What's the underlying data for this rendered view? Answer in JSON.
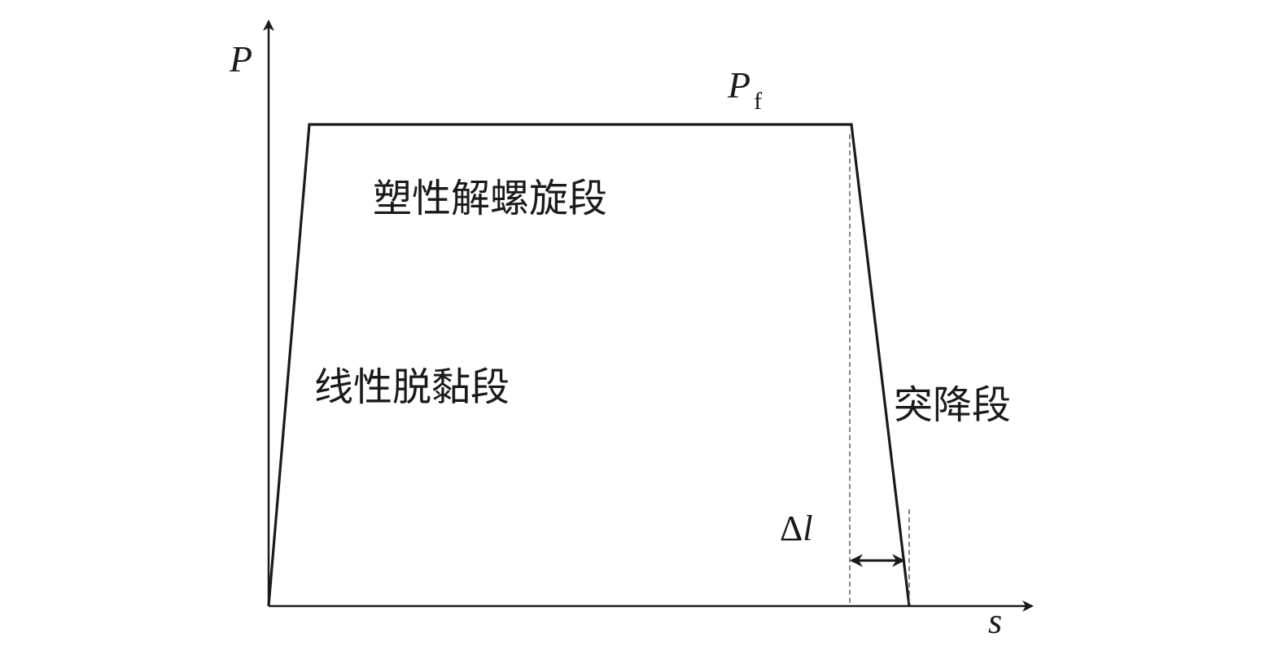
{
  "axes": {
    "y_label": "P",
    "x_label": "s"
  },
  "peak": {
    "label_main": "P",
    "label_sub": "f"
  },
  "segments": {
    "plastic": "塑性解螺旋段",
    "linear": "线性脱黏段",
    "drop": "突降段"
  },
  "delta": {
    "symbol": "Δ",
    "var": "l"
  },
  "colors": {
    "line": "#1a1a1a",
    "dashed": "#555555"
  }
}
